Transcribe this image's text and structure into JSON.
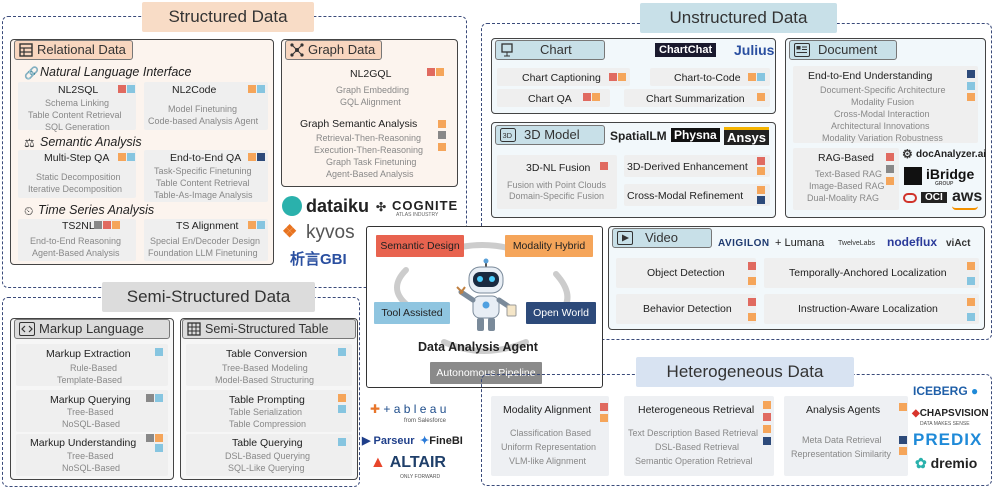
{
  "structured": {
    "title": "Structured Data",
    "relational": {
      "title": "Relational Data",
      "nli": "Natural Language Interface",
      "nl2sql": {
        "name": "NL2SQL",
        "items": [
          "Schema Linking",
          "Table Content Retrieval",
          "SQL Generation"
        ]
      },
      "nl2code": {
        "name": "NL2Code",
        "items": [
          "Model Finetuning",
          "Code-based Analysis Agent"
        ]
      },
      "semantic": "Semantic Analysis",
      "multistep": {
        "name": "Multi-Step QA",
        "items": [
          "Static Decomposition",
          "Iterative Decomposition"
        ]
      },
      "e2eqa": {
        "name": "End-to-End QA",
        "items": [
          "Task-Specific Finetuning",
          "Table Content Retrieval",
          "Table-As-Image Analysis"
        ]
      },
      "timeseries": "Time Series Analysis",
      "ts2nl": {
        "name": "TS2NL",
        "items": [
          "End-to-End Reasoning",
          "Agent-Based Analysis"
        ]
      },
      "tsalign": {
        "name": "TS Alignment",
        "items": [
          "Special En/Decoder Design",
          "Foundation LLM Finetuning"
        ]
      }
    },
    "graph": {
      "title": "Graph Data",
      "nl2gql": {
        "name": "NL2GQL",
        "items": [
          "Graph Embedding",
          "GQL Alignment"
        ]
      },
      "gsa": {
        "name": "Graph Semantic Analysis",
        "items": [
          "Retrieval-Then-Reasoning",
          "Execution-Then-Reasoning",
          "Graph Task Finetuning",
          "Agent-Based Analysis"
        ]
      }
    },
    "logos": {
      "dataiku": "dataiku",
      "cognite": "COGNITE",
      "cognite_sub": "ATLAS INDUSTRY",
      "kyvos": "kyvos",
      "gbi": "析言GBI"
    }
  },
  "unstructured": {
    "title": "Unstructured Data",
    "chart": {
      "title": "Chart",
      "logos": {
        "chartchat": "ChartChat",
        "julius": "Julius"
      },
      "items": [
        "Chart Captioning",
        "Chart-to-Code",
        "Chart QA",
        "Chart Summarization"
      ]
    },
    "model3d": {
      "title": "3D Model",
      "logos": {
        "spatiallm": "SpatialLM",
        "physna": "Physna",
        "ansys": "Ansys"
      },
      "fusion": {
        "name": "3D-NL Fusion",
        "items": [
          "Fusion with Point Clouds",
          "Domain-Specific Fusion"
        ]
      },
      "derived": "3D-Derived Enhancement",
      "refine": "Cross-Modal Refinement"
    },
    "document": {
      "title": "Document",
      "e2e": {
        "name": "End-to-End Understanding",
        "items": [
          "Document-Specific Architecture",
          "Modality Fusion",
          "Cross-Modal Interaction",
          "Architectural Innovations",
          "Modality Variation Robustness"
        ]
      },
      "rag": {
        "name": "RAG-Based",
        "items": [
          "Text-Based RAG",
          "Image-Based RAG",
          "Dual-Moality RAG"
        ]
      },
      "logos": {
        "docanalyzer": "docAnalyzer.ai",
        "ibridge": "iBridge",
        "ibridge_sub": "GROUP",
        "oci": "OCI",
        "aws": "aws"
      }
    },
    "video": {
      "title": "Video",
      "logos": {
        "avigilon": "AVIGILON",
        "lumana": "Lumana",
        "twelvelabs": "TwelveLabs",
        "nodeflux": "nodeflux",
        "viact": "viAct"
      },
      "items": [
        "Object Detection",
        "Temporally-Anchored Localization",
        "Behavior Detection",
        "Instruction-Aware Localization"
      ]
    }
  },
  "center": {
    "labels": {
      "semantic": "Semantic Design",
      "hybrid": "Modality Hybrid",
      "tool": "Tool Assisted",
      "open": "Open World",
      "pipeline": "Autonomous Pipeline"
    },
    "title": "Data Analysis Agent"
  },
  "semi": {
    "title": "Semi-Structured Data",
    "markup": {
      "title": "Markup Language",
      "extraction": {
        "name": "Markup Extraction",
        "items": [
          "Rule-Based",
          "Template-Based"
        ]
      },
      "querying": {
        "name": "Markup Querying",
        "items": [
          "Tree-Based",
          "NoSQL-Based"
        ]
      },
      "understanding": {
        "name": "Markup Understanding",
        "items": [
          "Tree-Based",
          "NoSQL-Based"
        ]
      }
    },
    "table": {
      "title": "Semi-Structured Table",
      "conversion": {
        "name": "Table Conversion",
        "items": [
          "Tree-Based Modeling",
          "Model-Based Structuring"
        ]
      },
      "prompting": {
        "name": "Table Prompting",
        "items": [
          "Table Serialization",
          "Table Compression"
        ]
      },
      "querying": {
        "name": "Table Querying",
        "items": [
          "DSL-Based Querying",
          "SQL-Like Querying"
        ]
      }
    },
    "logos": {
      "tableau": "+ a b l e a u",
      "tableau_sub": "from Salesforce",
      "parseur": "Parseur",
      "finebi": "FineBI",
      "altair": "ALTAIR",
      "altair_sub": "ONLY FORWARD"
    }
  },
  "hetero": {
    "title": "Heterogeneous Data",
    "alignment": {
      "name": "Modality Alignment",
      "items": [
        "Classification Based",
        "Uniform Representation",
        "VLM-like Alignment"
      ]
    },
    "retrieval": {
      "name": "Heterogeneous Retrieval",
      "items": [
        "Text Description Based Retrieval",
        "DSL-Based Retrieval",
        "Semantic Operation Retrieval"
      ]
    },
    "agents": {
      "name": "Analysis Agents",
      "items": [
        "Meta Data Retrieval",
        "Representation Similarity"
      ]
    },
    "logos": {
      "iceberg": "ICEBERG",
      "chapsvision": "CHAPSVISION",
      "chapsvision_sub": "DATA MAKES SENSE",
      "predix": "PREDIX",
      "dremio": "dremio"
    }
  }
}
